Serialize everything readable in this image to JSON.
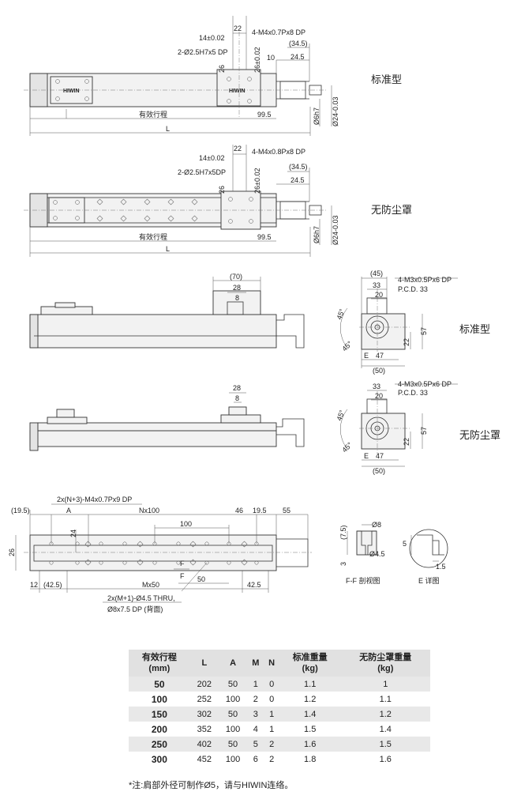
{
  "views": {
    "top1": {
      "variant": "标准型",
      "dims": {
        "d22": "22",
        "d14": "14±0.02",
        "m4": "4-M4x0.7Px8 DP",
        "pin": "2-Ø2.5H7x5 DP",
        "d26": "26",
        "d26t": "26±0.02",
        "d34": "(34.5)",
        "d10": "10",
        "d24": "24.5",
        "stroke": "有效行程",
        "d99": "99.5",
        "L": "L",
        "h6": "Ø6h7",
        "d24d": "Ø24-0.03"
      }
    },
    "top2": {
      "variant": "无防尘罩",
      "dims": {
        "d22": "22",
        "d14": "14±0.02",
        "m4": "4-M4x0.8Px8 DP",
        "pin": "2-Ø2.5H7x5DP",
        "d26": "26",
        "d26t": "26±0.02",
        "d34": "(34.5)",
        "d24": "24.5",
        "stroke": "有效行程",
        "d99": "99.5",
        "L": "L",
        "h6": "Ø6h7",
        "d24d": "Ø24-0.03"
      }
    },
    "side1": {
      "d70": "(70)",
      "d28": "28",
      "d8": "8"
    },
    "side2": {
      "d28": "28",
      "d8": "8"
    },
    "end1": {
      "variant": "标准型",
      "dims": {
        "d45p": "(45)",
        "d33": "33",
        "d20": "20",
        "m3": "4-M3x0.5Px6 DP",
        "pcd": "P.C.D. 33",
        "a45a": "45°",
        "a45b": "45°",
        "d57": "57",
        "d22": "22",
        "E": "E",
        "d47": "47",
        "d50": "(50)"
      }
    },
    "end2": {
      "variant": "无防尘罩",
      "dims": {
        "d33": "33",
        "d20": "20",
        "m3": "4-M3x0.5Px6 DP",
        "pcd": "P.C.D. 33",
        "a45a": "45°",
        "a45b": "45°",
        "d57": "57",
        "d22": "22",
        "E": "E",
        "d47": "47",
        "d50": "(50)"
      }
    },
    "bottom": {
      "d19a": "(19.5)",
      "nm4": "2x(N+3)-M4x0.7Px9 DP",
      "A": "A",
      "nx100": "Nx100",
      "d100": "100",
      "d46": "46",
      "d19b": "19.5",
      "d55": "55",
      "d24": "24",
      "d26": "26",
      "F1": "F",
      "F2": "F",
      "d50": "50",
      "d12": "12",
      "d42a": "(42.5)",
      "mx50": "Mx50",
      "d42b": "42.5",
      "thru": "2x(M+1)-Ø4.5 THRU,",
      "cb": "Ø8x7.5 DP (背面)"
    },
    "section": {
      "d75": "(7.5)",
      "d8": "Ø8",
      "d3": "3",
      "d45": "Ø4.5",
      "label": "F-F 剖视图"
    },
    "detail": {
      "d5": "5",
      "d15": "1.5",
      "label": "E 详图"
    }
  },
  "table": {
    "headers": [
      [
        "有效行程",
        "(mm)"
      ],
      [
        "L"
      ],
      [
        "A"
      ],
      [
        "M"
      ],
      [
        "N"
      ],
      [
        "标准重量",
        "(kg)"
      ],
      [
        "无防尘罩重量",
        "(kg)"
      ]
    ],
    "rows": [
      [
        "50",
        "202",
        "50",
        "1",
        "0",
        "1.1",
        "1"
      ],
      [
        "100",
        "252",
        "100",
        "2",
        "0",
        "1.2",
        "1.1"
      ],
      [
        "150",
        "302",
        "50",
        "3",
        "1",
        "1.4",
        "1.2"
      ],
      [
        "200",
        "352",
        "100",
        "4",
        "1",
        "1.5",
        "1.4"
      ],
      [
        "250",
        "402",
        "50",
        "5",
        "2",
        "1.6",
        "1.5"
      ],
      [
        "300",
        "452",
        "100",
        "6",
        "2",
        "1.8",
        "1.6"
      ]
    ]
  },
  "note": "*注:肩部外径可制作Ø5，请与HIWIN连络。"
}
